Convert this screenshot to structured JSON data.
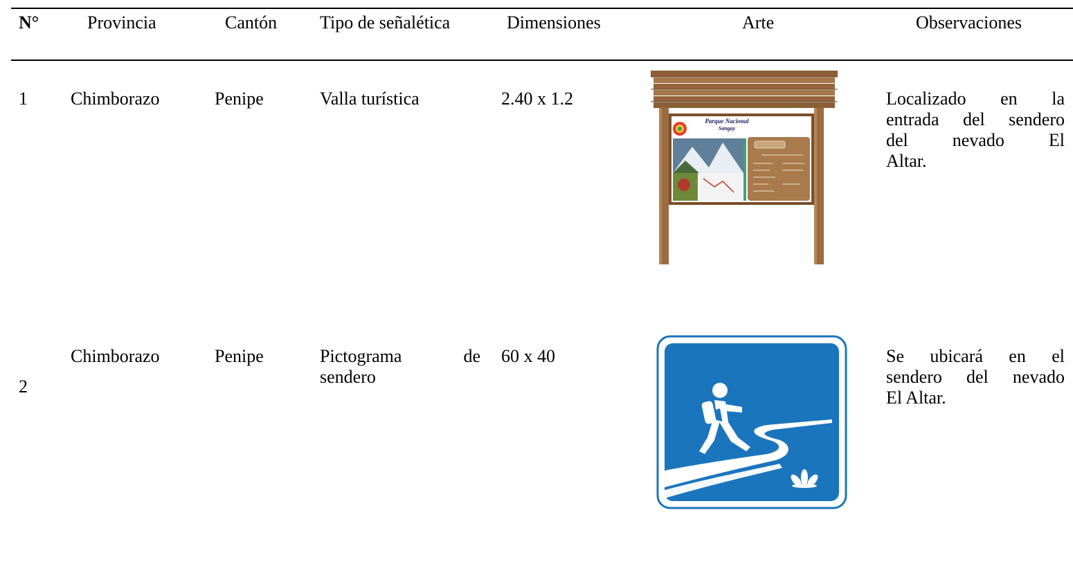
{
  "table": {
    "headers": {
      "no": "N°",
      "provincia": "Provincia",
      "canton": "Cantón",
      "tipo": "Tipo de señalética",
      "dimensiones": "Dimensiones",
      "arte": "Arte",
      "observaciones": "Observaciones"
    },
    "rows": [
      {
        "no": "1",
        "provincia": "Chimborazo",
        "canton": "Penipe",
        "tipo": "Valla turística",
        "dimensiones": "2.40 x 1.2",
        "arte": {
          "icon": "tourist-billboard-icon",
          "sign_title_line1": "Parque Nacional",
          "sign_title_line2": "Sangay"
        },
        "observaciones_lines": [
          "Localizado en la",
          "entrada del sendero",
          "del nevado El",
          "Altar."
        ]
      },
      {
        "no": "2",
        "provincia": "Chimborazo",
        "canton": "Penipe",
        "tipo_lines": [
          "Pictograma de",
          "sendero"
        ],
        "dimensiones": "60 x 40",
        "arte": {
          "icon": "hiking-trail-pictogram-icon"
        },
        "observaciones_lines": [
          "Se ubicará en el",
          "sendero del nevado",
          "El Altar."
        ]
      }
    ]
  },
  "colors": {
    "wood": "#9c6b3f",
    "wood_dark": "#7a4f2a",
    "sign_blue": "#1b75bc",
    "panel_brown": "#a87a4c"
  }
}
